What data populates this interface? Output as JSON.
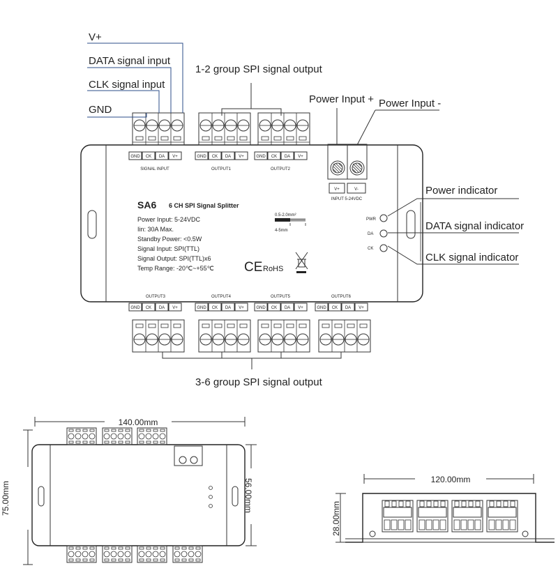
{
  "callouts": {
    "v_plus": "V+",
    "data_signal_input": "DATA signal input",
    "clk_signal_input": "CLK signal input",
    "gnd": "GND",
    "group_1_2_output": "1-2 group SPI signal output",
    "power_input_plus": "Power Input +",
    "power_input_minus": "Power Input -",
    "power_indicator": "Power indicator",
    "data_signal_indicator": "DATA signal indicator",
    "clk_signal_indicator": "CLK signal indicator",
    "group_3_6_output": "3-6 group SPI signal output"
  },
  "pins": [
    "GND",
    "CK",
    "DA",
    "V+"
  ],
  "port_labels": {
    "signal_input": "SIGNAL INPUT",
    "output1": "OUTPUT1",
    "output2": "OUTPUT2",
    "output3": "OUTPUT3",
    "output4": "OUTPUT4",
    "output5": "OUTPUT5",
    "output6": "OUTPUT6",
    "power_v_plus": "V+",
    "power_v_minus": "V-",
    "input_voltage": "INPUT 5-24VDC"
  },
  "device": {
    "model": "SA6",
    "name": "6 CH SPI Signal Splitter",
    "specs": [
      "Power Input: 5-24VDC",
      "Iin: 30A Max.",
      "Standby Power: <0.5W",
      "Signal Input: SPI(TTL)",
      "Signal Output: SPI(TTL)x6",
      "Temp Range: -20℃~+55℃"
    ],
    "wire_gauge": "0.5-2.0mm²",
    "strip_length": "4-5mm",
    "ce_mark": "CE",
    "rohs": "RoHS",
    "indicators": [
      "PWR",
      "DA",
      "CK"
    ]
  },
  "dimensions": {
    "top_width": "140.00mm",
    "top_height_outer": "75.00mm",
    "top_height_inner": "56.00mm",
    "side_width": "120.00mm",
    "side_height": "28.00mm"
  }
}
